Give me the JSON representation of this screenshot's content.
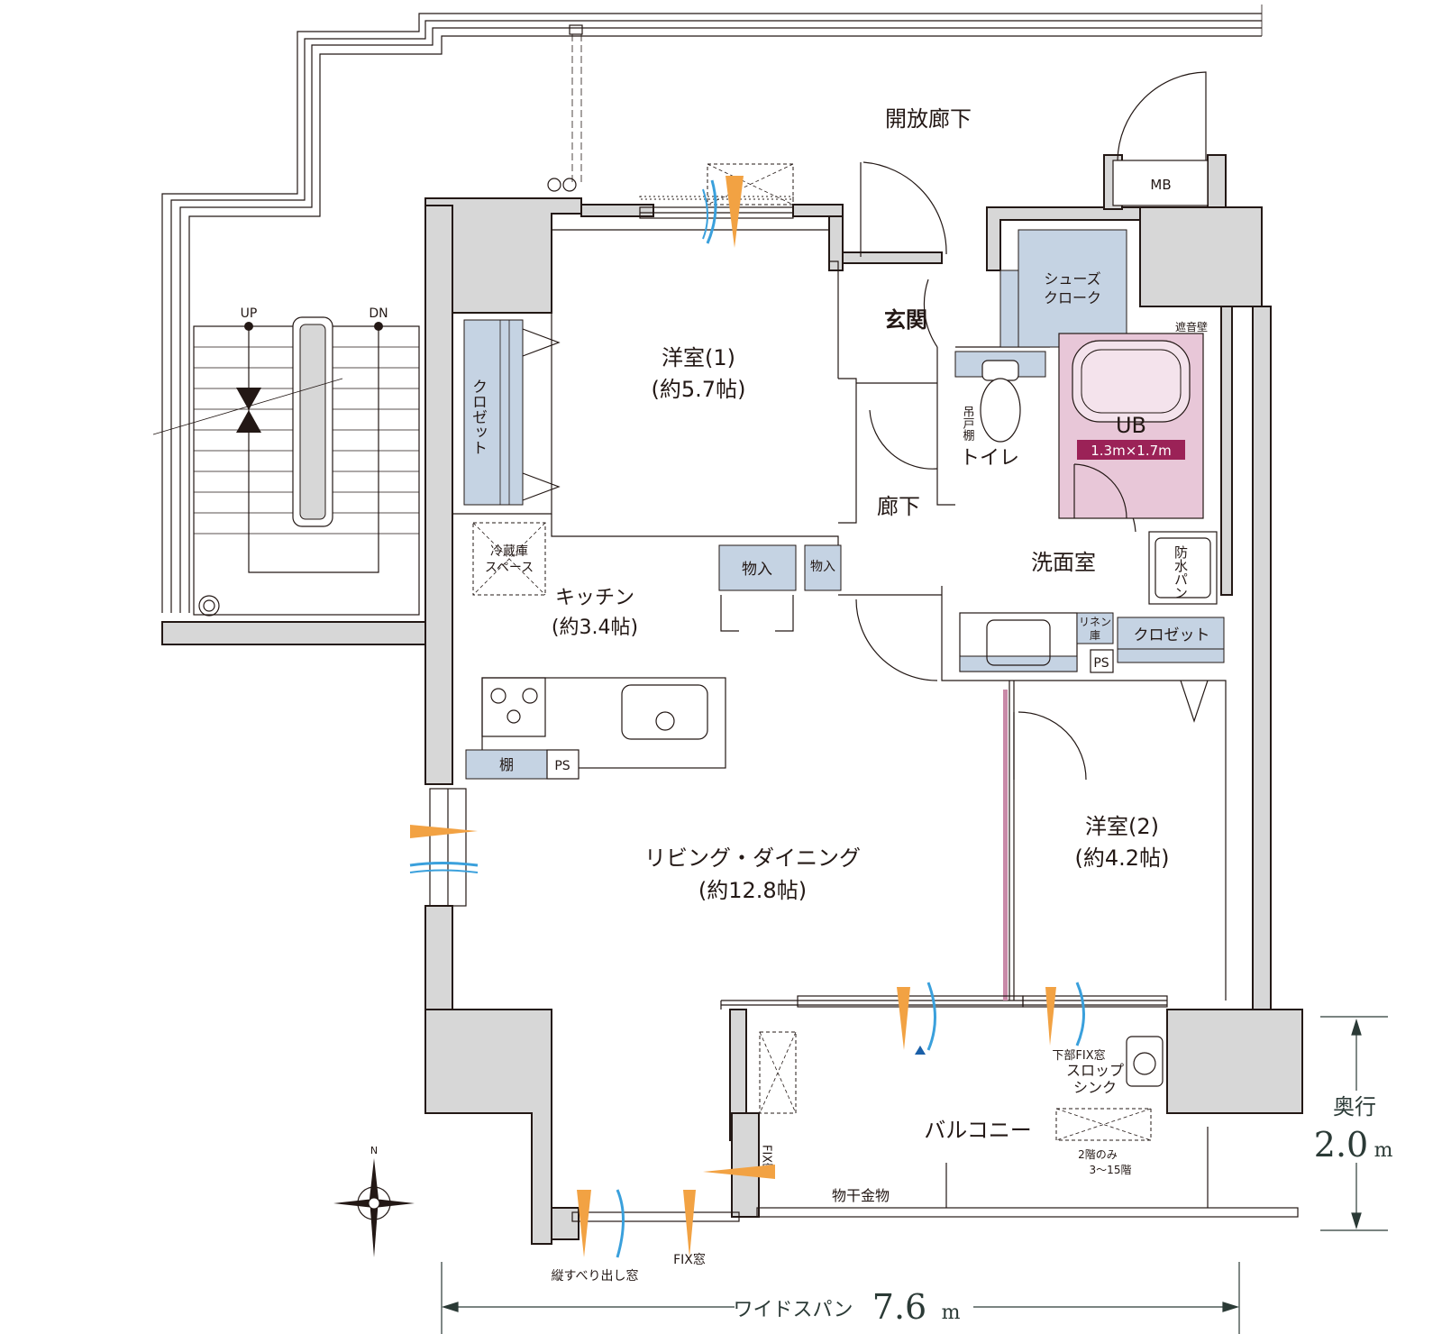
{
  "floor_plan": {
    "corridor": "開放廊下",
    "mb": "MB",
    "stair_up": "UP",
    "stair_dn": "DN",
    "entrance": "玄関",
    "shoe_cloak": [
      "シューズ",
      "クローク"
    ],
    "sound_wall": "遮音壁",
    "western_room_1": {
      "name": "洋室(1)",
      "size": "(約5.7帖)"
    },
    "closet_vertical": "クロゼット",
    "hallway": "廊下",
    "toilet": "トイレ",
    "hanging_shelf": "吊戸棚",
    "ub": {
      "name": "UB",
      "size": "1.3m×1.7m"
    },
    "fridge_space": [
      "冷蔵庫",
      "スペース"
    ],
    "storage_1": "物入",
    "storage_2": "物入",
    "kitchen": {
      "name": "キッチン",
      "size": "(約3.4帖)"
    },
    "washroom": "洗面室",
    "waterproof_pan": "防水パン",
    "linen": [
      "リネン",
      "庫"
    ],
    "closet_horizontal": "クロゼット",
    "ps_1": "PS",
    "shelf": "棚",
    "ps_2": "PS",
    "living_dining": {
      "name": "リビング・ダイニング",
      "size": "(約12.8帖)"
    },
    "western_room_2": {
      "name": "洋室(2)",
      "size": "(約4.2帖)"
    },
    "lower_fix_window": "下部FIX窓",
    "slop_sink": [
      "スロップ",
      "シンク"
    ],
    "balcony": "バルコニー",
    "floor_note_1": "2階のみ",
    "floor_note_2": "3～15階",
    "fix_window_vertical": "FIX窓",
    "drying_rack": "物干金物",
    "fix_window": "FIX窓",
    "vertical_slide_window": "縦すべり出し窓",
    "compass_n": "N"
  },
  "dimensions": {
    "depth_label": "奥行",
    "depth_value": "2.0",
    "depth_unit": "m",
    "span_label": "ワイドスパン",
    "span_value": "7.6",
    "span_unit": "m"
  },
  "colors": {
    "wall": "#d7d7d7",
    "fixture_blue": "#c5d3e3",
    "ub_pink": "#e8c7d8",
    "ub_badge": "#9b2257",
    "air_orange": "#f2a243",
    "air_blue": "#3aa0dc",
    "dimension_line": "#2b3a36"
  }
}
